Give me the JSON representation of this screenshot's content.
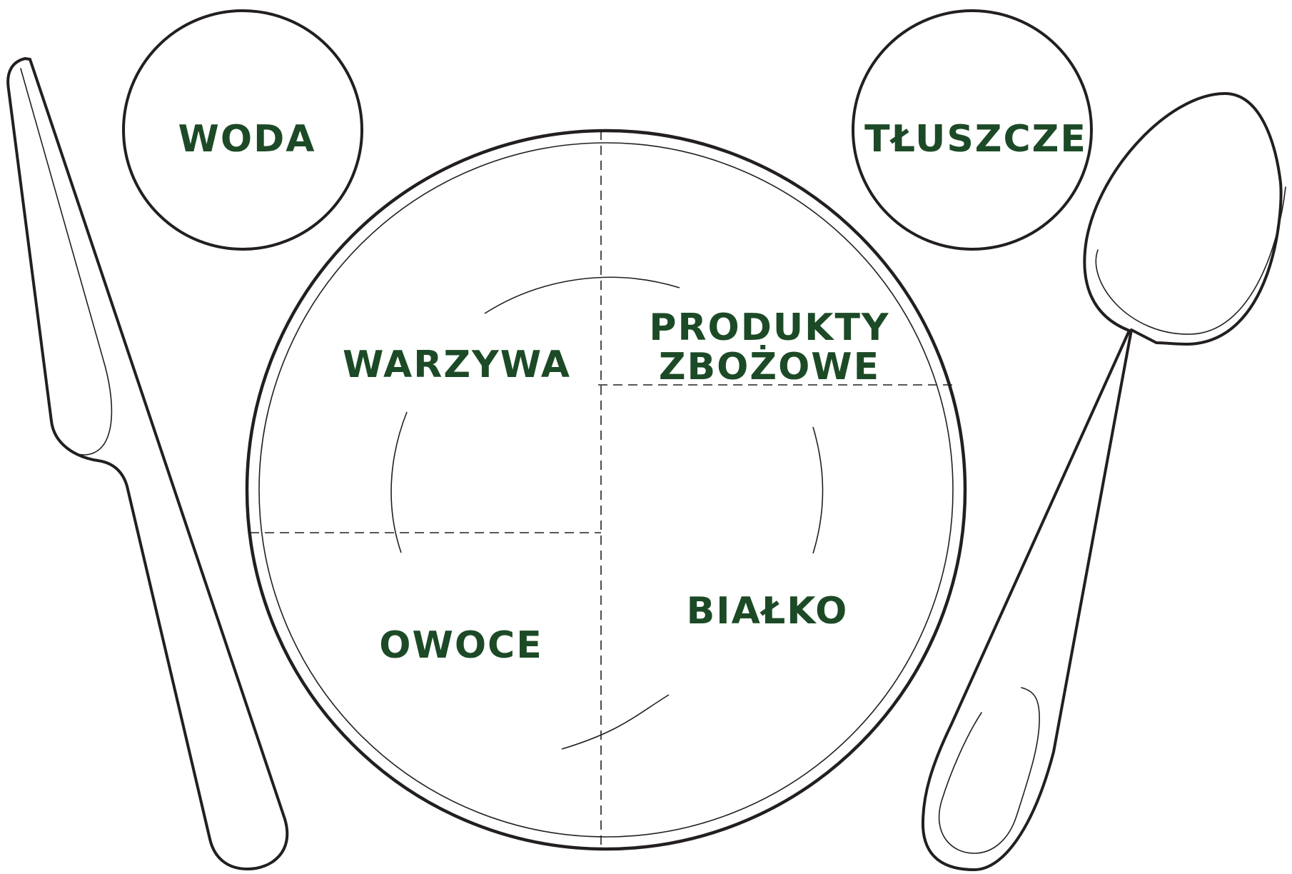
{
  "colors": {
    "label": "#1c4a26",
    "outline": "#231f20",
    "background": "#ffffff"
  },
  "icons": [
    "knife-icon",
    "spoon-icon",
    "plate-icon",
    "glass-icon"
  ],
  "labels": {
    "woda": "WODA",
    "tluszcze": "TŁUSZCZE",
    "warzywa": "WARZYWA",
    "produkty_line1": "PRODUKTY",
    "produkty_line2": "ZBOŻOWE",
    "owoce": "OWOCE",
    "bialko": "BIAŁKO"
  }
}
